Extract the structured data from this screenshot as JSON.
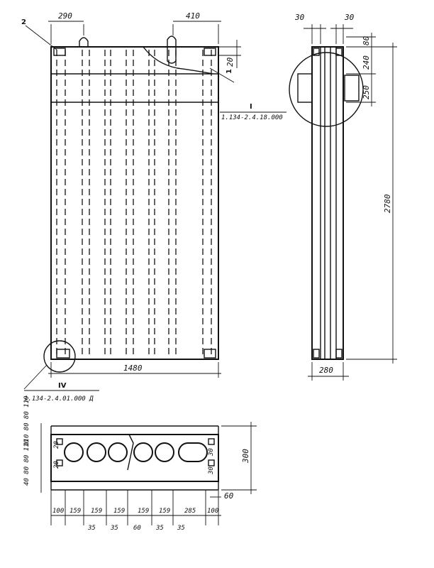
{
  "front": {
    "dim_top_left": "290",
    "dim_top_right": "410",
    "dim_side": "20",
    "callout_2": "2",
    "callout_1": "1",
    "dim_bottom": "1480",
    "detail_I_tag": "I",
    "detail_I_ref": "1.134-2.4.18.000",
    "detail_IV_tag": "IV",
    "detail_IV_ref": "1.134-2.4.01.000 Д"
  },
  "side": {
    "dim_top_a": "30",
    "dim_top_b": "30",
    "dim_80": "80",
    "dim_240": "240",
    "dim_250": "250",
    "dim_height": "2780",
    "dim_bottom": "280"
  },
  "section": {
    "left_dims_top": "110 80 80 110",
    "left_dims_bottom": "40 80 80 110",
    "small_20a": "20",
    "small_20b": "20",
    "small_30a": "30",
    "small_30b": "30",
    "dim_height": "300",
    "dim_60_right": "60",
    "bottom_row1": [
      "100",
      "159",
      "159",
      "159",
      "159",
      "159",
      "285",
      "100"
    ],
    "bottom_row2": [
      "35",
      "35",
      "60",
      "35",
      "35"
    ]
  }
}
